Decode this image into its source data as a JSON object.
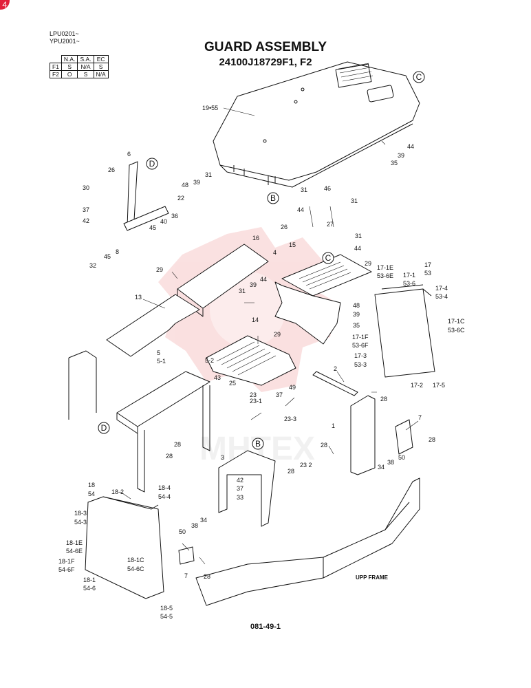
{
  "badge": {
    "text": "4"
  },
  "serials": [
    "LPU0201~",
    "YPU2001~"
  ],
  "title": "GUARD ASSEMBLY",
  "part_number": "24100J18729F1, F2",
  "option_table": {
    "headers": [
      "N.A.",
      "S.A.",
      "EC"
    ],
    "rows": [
      {
        "label": "F1",
        "cells": [
          "S",
          "N/A",
          "S"
        ]
      },
      {
        "label": "F2",
        "cells": [
          "O",
          "S",
          "N/A"
        ]
      }
    ]
  },
  "callouts": [
    "C",
    "D",
    "B",
    "C",
    "D",
    "B"
  ],
  "labels": [
    "19•55",
    "44",
    "39",
    "35",
    "6",
    "26",
    "48",
    "39",
    "31",
    "30",
    "22",
    "37",
    "42",
    "45",
    "40",
    "36",
    "32",
    "45",
    "8",
    "31",
    "46",
    "44",
    "31",
    "26",
    "27",
    "31",
    "44",
    "16",
    "4",
    "15",
    "29",
    "17",
    "53",
    "17-1E",
    "53-6E",
    "17-1",
    "53-6",
    "17-4",
    "53-4",
    "17-1C",
    "53-6C",
    "29",
    "13",
    "39",
    "44",
    "31",
    "48",
    "39",
    "35",
    "17-1F",
    "53-6F",
    "17-3",
    "53-3",
    "17-2",
    "17-5",
    "14",
    "29",
    "5",
    "5-1",
    "5-2",
    "43",
    "25",
    "2",
    "28",
    "49",
    "37",
    "23",
    "23-1",
    "23-3",
    "7",
    "28",
    "28",
    "28",
    "1",
    "28",
    "3",
    "23 2",
    "50",
    "38",
    "34",
    "42",
    "37",
    "33",
    "28",
    "18",
    "54",
    "18-2",
    "18-4",
    "54-4",
    "18-3",
    "54-3",
    "38",
    "34",
    "50",
    "18-1E",
    "54-6E",
    "18-1C",
    "54-6C",
    "18-1F",
    "54-6F",
    "18-1",
    "54-6",
    "7",
    "28",
    "18-5",
    "54-5"
  ],
  "frame_label": "UPP FRAME",
  "watermark": "MHTEX",
  "page_code": "081-49-1"
}
